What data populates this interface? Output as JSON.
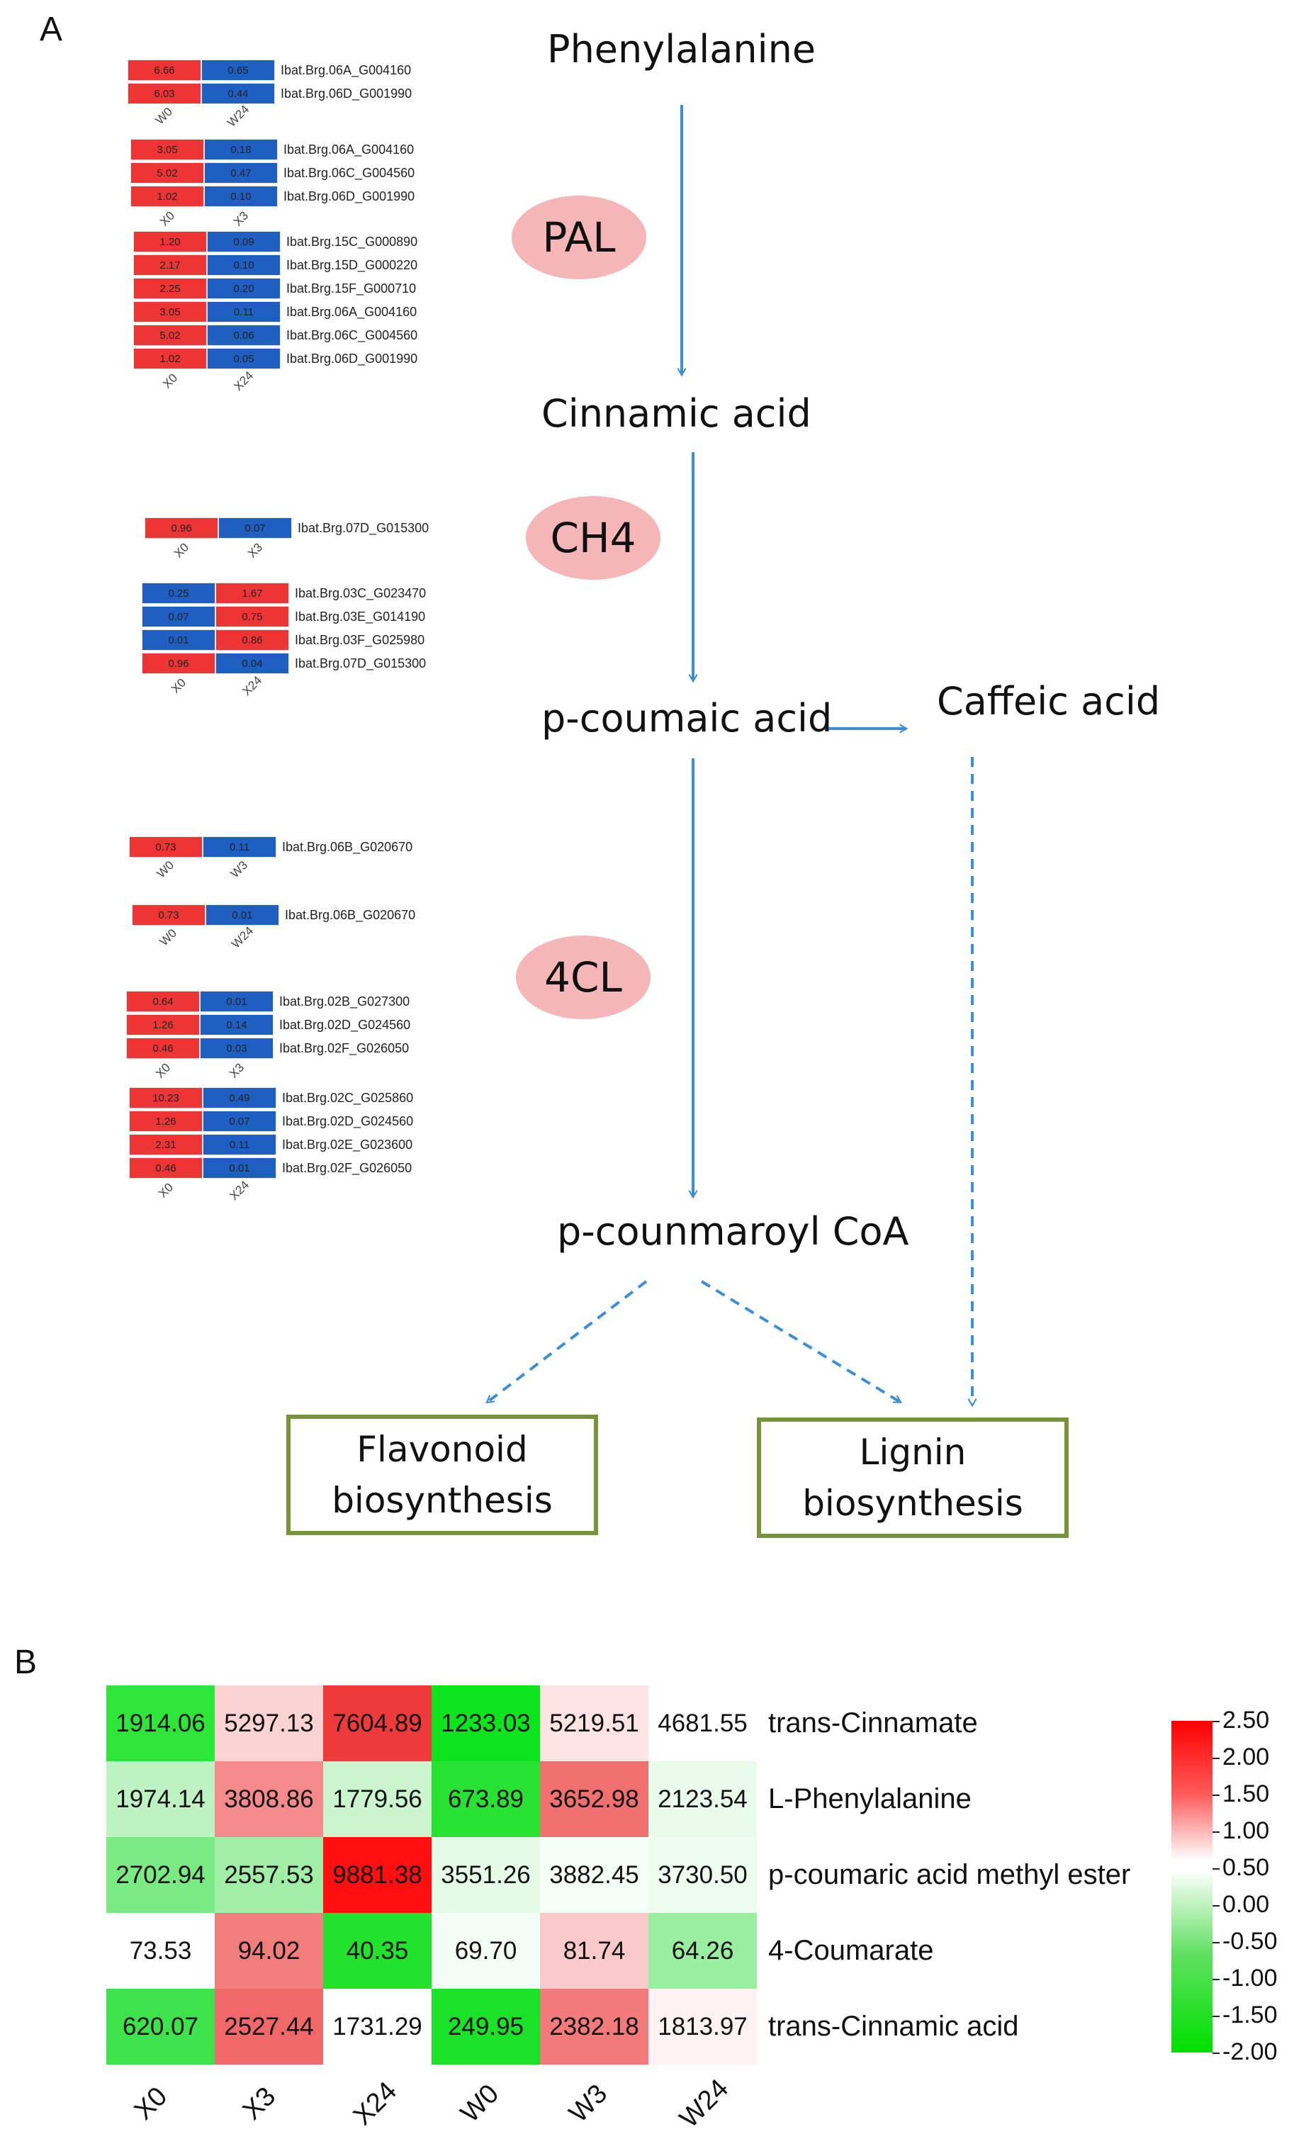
{
  "panel_a": {
    "label": "A",
    "nodes": {
      "phe": "Phenylalanine",
      "cin": "Cinnamic acid",
      "pcou": "p-coumaic acid",
      "caff": "Caffeic acid",
      "pcoa": "p-counmaroyl CoA"
    },
    "enzymes": {
      "pal": "PAL",
      "ch4": "CH4",
      "cl4": "4CL"
    },
    "boxes": {
      "flav": [
        "Flavonoid",
        "biosynthesis"
      ],
      "lign": [
        "Lignin",
        "biosynthesis"
      ]
    },
    "colors": {
      "up": "#ee3535",
      "down": "#1f5fc2",
      "arrow": "#3c8ed6",
      "box_border": "#77933c",
      "enzyme_fill": "#f4b6b6"
    },
    "mini_heatmaps": [
      {
        "cols": [
          "W0",
          "W24"
        ],
        "rows": [
          {
            "v": [
              "6.66",
              "0.65"
            ],
            "c": [
              "up",
              "down"
            ],
            "gene": "Ibat.Brg.06A_G004160"
          },
          {
            "v": [
              "6.03",
              "0.44"
            ],
            "c": [
              "up",
              "down"
            ],
            "gene": "Ibat.Brg.06D_G001990"
          }
        ]
      },
      {
        "cols": [
          "X0",
          "X3"
        ],
        "rows": [
          {
            "v": [
              "3.05",
              "0.18"
            ],
            "c": [
              "up",
              "down"
            ],
            "gene": "Ibat.Brg.06A_G004160"
          },
          {
            "v": [
              "5.02",
              "0.47"
            ],
            "c": [
              "up",
              "down"
            ],
            "gene": "Ibat.Brg.06C_G004560"
          },
          {
            "v": [
              "1.02",
              "0.10"
            ],
            "c": [
              "up",
              "down"
            ],
            "gene": "Ibat.Brg.06D_G001990"
          }
        ]
      },
      {
        "cols": [
          "X0",
          "X24"
        ],
        "rows": [
          {
            "v": [
              "1.20",
              "0.09"
            ],
            "c": [
              "up",
              "down"
            ],
            "gene": "Ibat.Brg.15C_G000890"
          },
          {
            "v": [
              "2.17",
              "0.10"
            ],
            "c": [
              "up",
              "down"
            ],
            "gene": "Ibat.Brg.15D_G000220"
          },
          {
            "v": [
              "2.25",
              "0.20"
            ],
            "c": [
              "up",
              "down"
            ],
            "gene": "Ibat.Brg.15F_G000710"
          },
          {
            "v": [
              "3.05",
              "0.11"
            ],
            "c": [
              "up",
              "down"
            ],
            "gene": "Ibat.Brg.06A_G004160"
          },
          {
            "v": [
              "5.02",
              "0.06"
            ],
            "c": [
              "up",
              "down"
            ],
            "gene": "Ibat.Brg.06C_G004560"
          },
          {
            "v": [
              "1.02",
              "0.05"
            ],
            "c": [
              "up",
              "down"
            ],
            "gene": "Ibat.Brg.06D_G001990"
          }
        ]
      },
      {
        "cols": [
          "X0",
          "X3"
        ],
        "rows": [
          {
            "v": [
              "0.96",
              "0.07"
            ],
            "c": [
              "up",
              "down"
            ],
            "gene": "Ibat.Brg.07D_G015300"
          }
        ]
      },
      {
        "cols": [
          "X0",
          "X24"
        ],
        "rows": [
          {
            "v": [
              "0.25",
              "1.67"
            ],
            "c": [
              "down",
              "up"
            ],
            "gene": "Ibat.Brg.03C_G023470"
          },
          {
            "v": [
              "0.07",
              "0.75"
            ],
            "c": [
              "down",
              "up"
            ],
            "gene": "Ibat.Brg.03E_G014190"
          },
          {
            "v": [
              "0.01",
              "0.86"
            ],
            "c": [
              "down",
              "up"
            ],
            "gene": "Ibat.Brg.03F_G025980"
          },
          {
            "v": [
              "0.96",
              "0.04"
            ],
            "c": [
              "up",
              "down"
            ],
            "gene": "Ibat.Brg.07D_G015300"
          }
        ]
      },
      {
        "cols": [
          "W0",
          "W3"
        ],
        "rows": [
          {
            "v": [
              "0.73",
              "0.11"
            ],
            "c": [
              "up",
              "down"
            ],
            "gene": "Ibat.Brg.06B_G020670"
          }
        ]
      },
      {
        "cols": [
          "W0",
          "W24"
        ],
        "rows": [
          {
            "v": [
              "0.73",
              "0.01"
            ],
            "c": [
              "up",
              "down"
            ],
            "gene": "Ibat.Brg.06B_G020670"
          }
        ]
      },
      {
        "cols": [
          "X0",
          "X3"
        ],
        "rows": [
          {
            "v": [
              "0.64",
              "0.01"
            ],
            "c": [
              "up",
              "down"
            ],
            "gene": "Ibat.Brg.02B_G027300"
          },
          {
            "v": [
              "1.26",
              "0.14"
            ],
            "c": [
              "up",
              "down"
            ],
            "gene": "Ibat.Brg.02D_G024560"
          },
          {
            "v": [
              "0.46",
              "0.03"
            ],
            "c": [
              "up",
              "down"
            ],
            "gene": "Ibat.Brg.02F_G026050"
          }
        ]
      },
      {
        "cols": [
          "X0",
          "X24"
        ],
        "rows": [
          {
            "v": [
              "10.23",
              "0.49"
            ],
            "c": [
              "up",
              "down"
            ],
            "gene": "Ibat.Brg.02C_G025860"
          },
          {
            "v": [
              "1.26",
              "0.07"
            ],
            "c": [
              "up",
              "down"
            ],
            "gene": "Ibat.Brg.02D_G024560"
          },
          {
            "v": [
              "2.31",
              "0.11"
            ],
            "c": [
              "up",
              "down"
            ],
            "gene": "Ibat.Brg.02E_G023600"
          },
          {
            "v": [
              "0.46",
              "0.01"
            ],
            "c": [
              "up",
              "down"
            ],
            "gene": "Ibat.Brg.02F_G026050"
          }
        ]
      }
    ]
  },
  "panel_b": {
    "label": "B",
    "chart_data": {
      "type": "heatmap",
      "columns": [
        "X0",
        "X3",
        "X24",
        "W0",
        "W3",
        "W24"
      ],
      "rows": [
        {
          "name": "trans-Cinnamate",
          "values": [
            "1914.06",
            "5297.13",
            "7604.89",
            "1233.03",
            "5219.51",
            "4681.55"
          ],
          "colors": [
            "#2ee63a",
            "#fbd3d3",
            "#ee3a3a",
            "#0de41e",
            "#fde3e3",
            "#ffffff"
          ]
        },
        {
          "name": "L-Phenylalanine",
          "values": [
            "1974.14",
            "3808.86",
            "1779.56",
            "673.89",
            "3652.98",
            "2123.54"
          ],
          "colors": [
            "#bff2c2",
            "#f58a8a",
            "#cbf5ce",
            "#27e233",
            "#f07070",
            "#e9fbea"
          ]
        },
        {
          "name": "p-coumaric acid methyl ester",
          "values": [
            "2702.94",
            "2557.53",
            "9881.38",
            "3551.26",
            "3882.45",
            "3730.50"
          ],
          "colors": [
            "#7aea82",
            "#a1eea7",
            "#ff0f0f",
            "#e6fbe7",
            "#f6fff6",
            "#eefdef"
          ]
        },
        {
          "name": "4-Coumarate",
          "values": [
            "73.53",
            "94.02",
            "40.35",
            "69.70",
            "81.74",
            "64.26"
          ],
          "colors": [
            "#ffffff",
            "#f27d7d",
            "#22e22e",
            "#f4fdf5",
            "#fac9c9",
            "#9aee9f"
          ]
        },
        {
          "name": "trans-Cinnamic acid",
          "values": [
            "620.07",
            "2527.44",
            "1731.29",
            "249.95",
            "2382.18",
            "1813.97"
          ],
          "colors": [
            "#3ee24a",
            "#f06868",
            "#ffffff",
            "#1be228",
            "#f27a7a",
            "#fff2f2"
          ]
        }
      ],
      "legend": {
        "ticks": [
          "2.50",
          "2.00",
          "1.50",
          "1.00",
          "0.50",
          "0.00",
          "-0.50",
          "-1.00",
          "-1.50",
          "-2.00"
        ],
        "high_color": "#ff0000",
        "mid_color": "#ffffff",
        "low_color": "#00e000",
        "placement": "right"
      }
    }
  }
}
